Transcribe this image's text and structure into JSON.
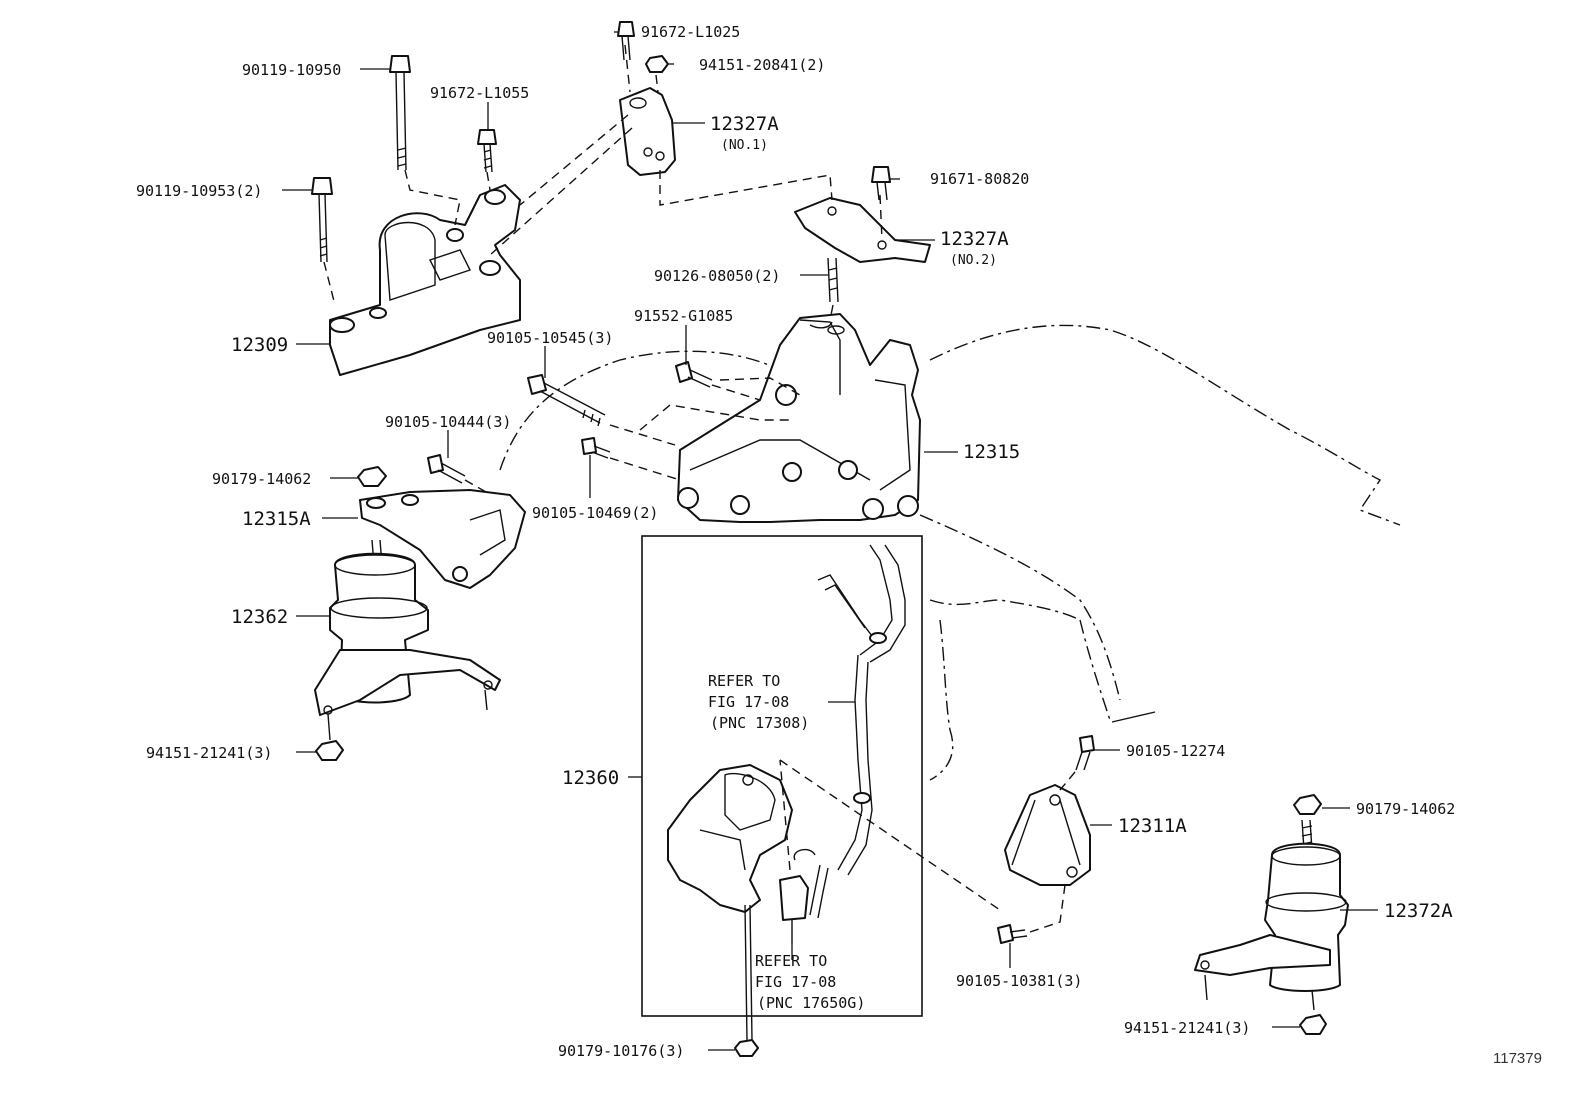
{
  "figure_id": "117379",
  "parts": {
    "p_91672_L1025": "91672-L1025",
    "p_94151_20841": "94151-20841(2)",
    "p_90119_10950": "90119-10950",
    "p_91672_L1055": "91672-L1055",
    "p_12327A_1": "12327A",
    "p_12327A_1_sub": "(NO.1)",
    "p_90119_10953": "90119-10953(2)",
    "p_91671_80820": "91671-80820",
    "p_12327A_2": "12327A",
    "p_12327A_2_sub": "(NO.2)",
    "p_90126_08050": "90126-08050(2)",
    "p_12309": "12309",
    "p_91552_G1085": "91552-G1085",
    "p_90105_10545": "90105-10545(3)",
    "p_90105_10444": "90105-10444(3)",
    "p_12315": "12315",
    "p_90179_14062_left": "90179-14062",
    "p_12315A": "12315A",
    "p_90105_10469": "90105-10469(2)",
    "p_12362": "12362",
    "p_94151_21241_left": "94151-21241(3)",
    "p_12360": "12360",
    "p_90105_12274": "90105-12274",
    "p_12311A": "12311A",
    "p_90179_14062_right": "90179-14062",
    "p_12372A": "12372A",
    "p_90105_10381": "90105-10381(3)",
    "p_94151_21241_right": "94151-21241(3)",
    "p_90179_10176": "90179-10176(3)"
  },
  "refer_upper": {
    "line1": "REFER TO",
    "line2": "FIG 17-08",
    "line3": "(PNC 17308)"
  },
  "refer_lower": {
    "line1": "REFER TO",
    "line2": "FIG 17-08",
    "line3": "(PNC 17650G)"
  }
}
